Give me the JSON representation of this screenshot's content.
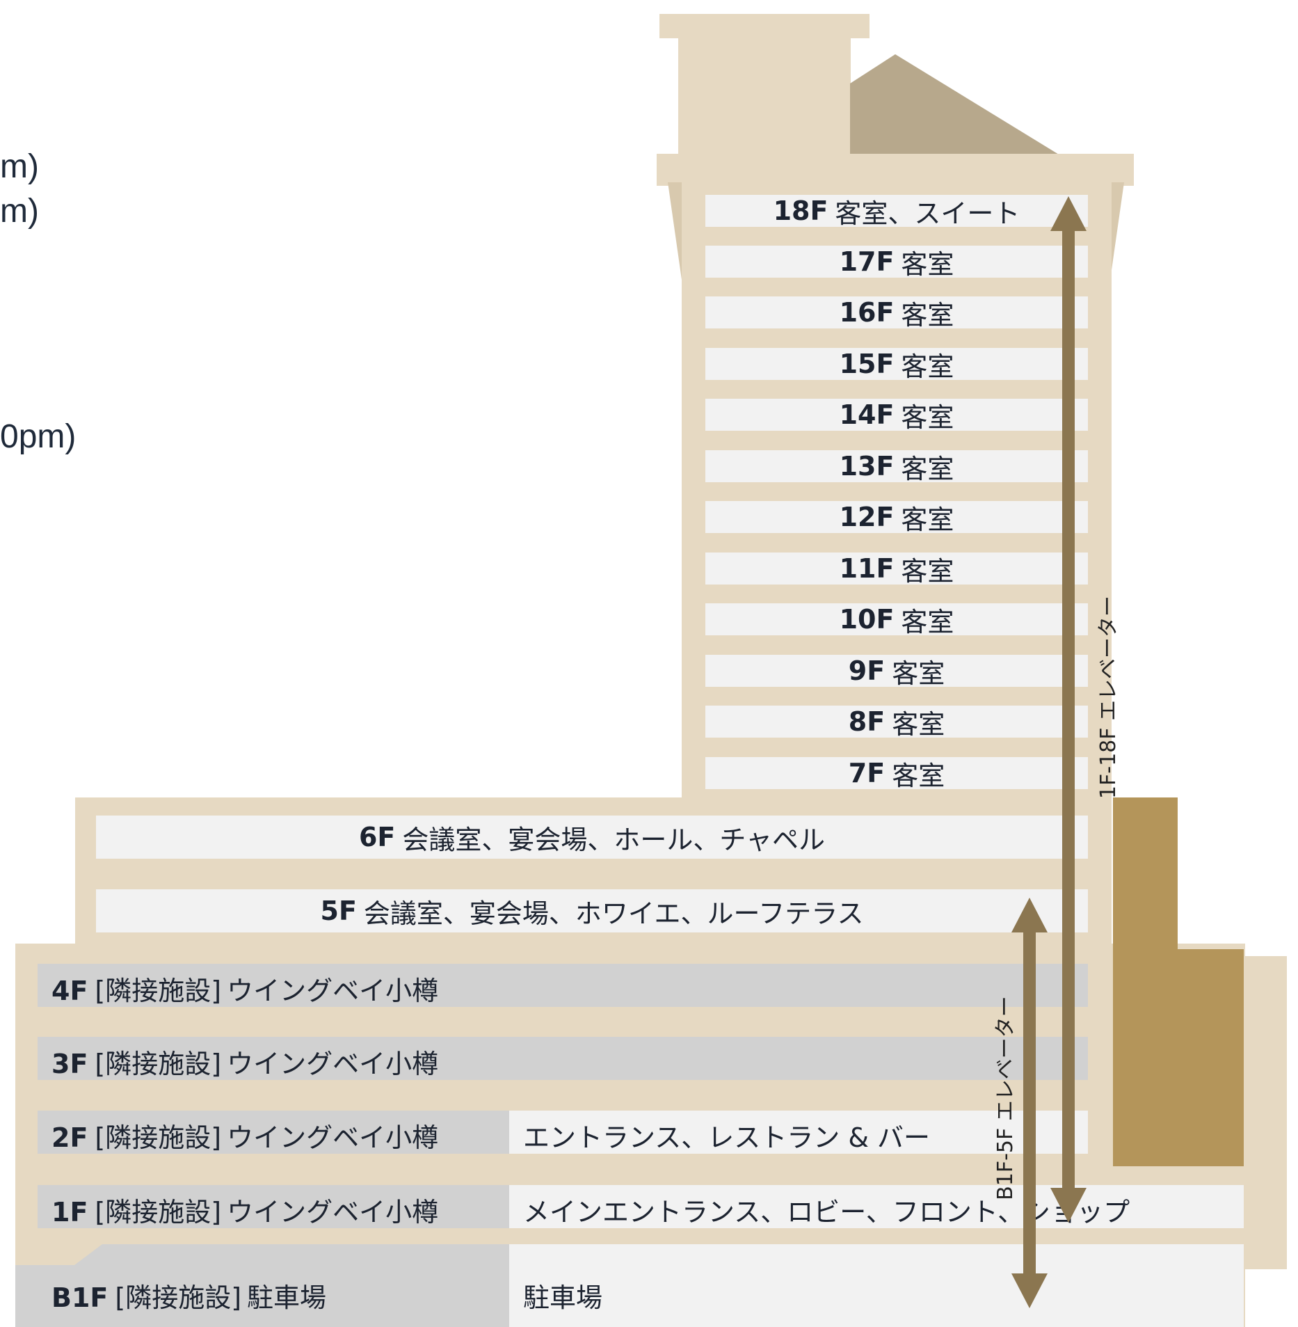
{
  "cut_left_text": [
    "m)",
    "m)",
    "0pm)"
  ],
  "tower_floors": [
    {
      "floor": "18F",
      "text": "客室、スイート"
    },
    {
      "floor": "17F",
      "text": "客室"
    },
    {
      "floor": "16F",
      "text": "客室"
    },
    {
      "floor": "15F",
      "text": "客室"
    },
    {
      "floor": "14F",
      "text": "客室"
    },
    {
      "floor": "13F",
      "text": "客室"
    },
    {
      "floor": "12F",
      "text": "客室"
    },
    {
      "floor": "11F",
      "text": "客室"
    },
    {
      "floor": "10F",
      "text": "客室"
    },
    {
      "floor": "9F",
      "text": "客室"
    },
    {
      "floor": "8F",
      "text": "客室"
    },
    {
      "floor": "7F",
      "text": "客室"
    }
  ],
  "podium_floors": [
    {
      "floor": "6F",
      "text": "会議室、宴会場、ホール、チャペル"
    },
    {
      "floor": "5F",
      "text": "会議室、宴会場、ホワイエ、ルーフテラス"
    }
  ],
  "adjacent_floors": [
    {
      "floor": "4F",
      "tag": "[隣接施設]",
      "text": "ウイングベイ小樽"
    },
    {
      "floor": "3F",
      "tag": "[隣接施設]",
      "text": "ウイングベイ小樽"
    },
    {
      "floor": "2F",
      "tag": "[隣接施設]",
      "text": "ウイングベイ小樽",
      "hotel_text": "エントランス、レストラン & バー"
    },
    {
      "floor": "1F",
      "tag": "[隣接施設]",
      "text": "ウイングベイ小樽",
      "hotel_text": "メインエントランス、ロビー、フロント、ショップ"
    },
    {
      "floor": "B1F",
      "tag": "[隣接施設]",
      "text": "駐車場",
      "hotel_text": "駐車場"
    }
  ],
  "elevators": {
    "main": "1F-18F エレベーター",
    "low": "B1F-5F エレベーター"
  },
  "colors": {
    "beige": "#e6d9c2",
    "light": "#f2f2f2",
    "gray": "#d1d1d1",
    "roof_dark": "#b7a88c",
    "gold": "#b4955a",
    "arrow": "#8b7650"
  }
}
